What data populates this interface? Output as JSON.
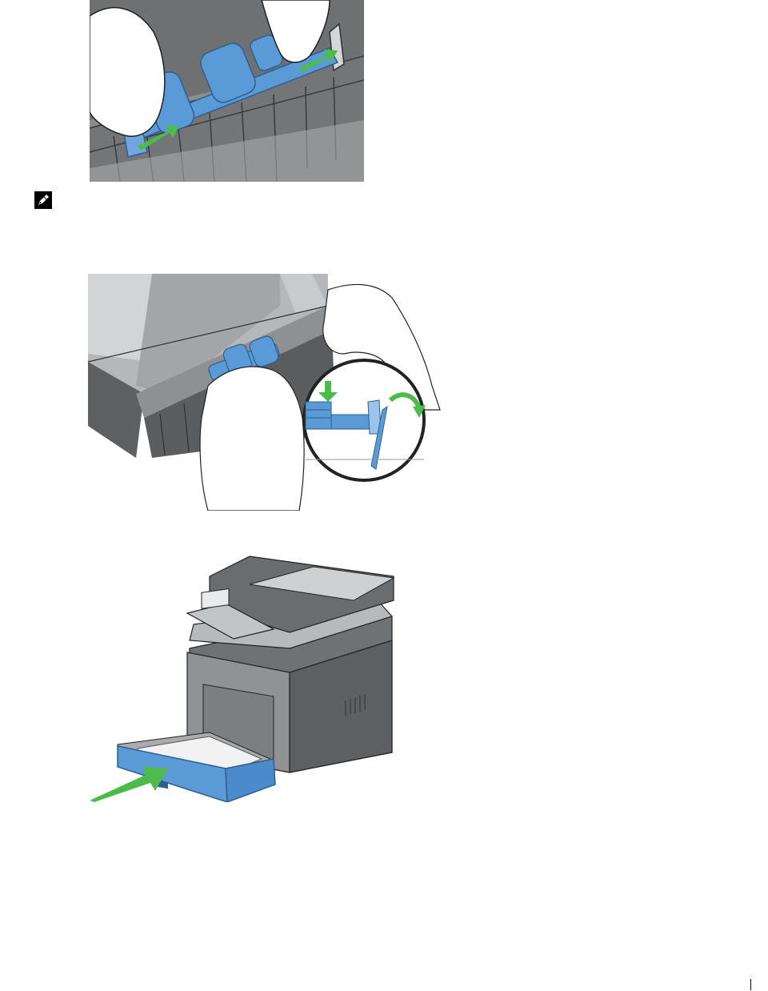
{
  "document": {
    "figures": [
      {
        "id": "fig1",
        "icon": "roller-install-icon"
      },
      {
        "id": "fig2",
        "icon": "roller-lock-icon"
      },
      {
        "id": "fig3",
        "icon": "tray-insert-icon"
      }
    ],
    "note_icon": "note-pencil-icon",
    "colors": {
      "roller_blue": "#5a9ad6",
      "arrow_green": "#4cbb4a",
      "gray_dark": "#5a5c5e",
      "gray_mid": "#8a8c8e",
      "gray_light": "#c9cacb"
    }
  }
}
